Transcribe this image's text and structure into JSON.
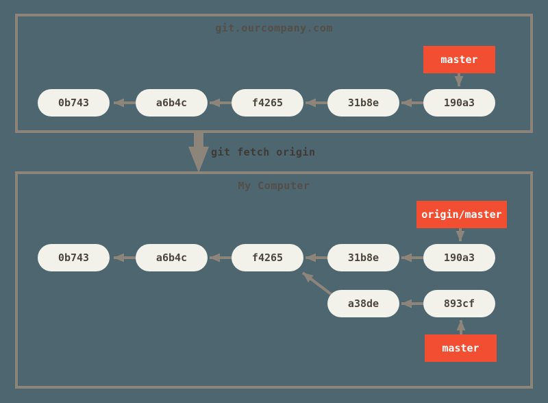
{
  "colors": {
    "background": "#4d6670",
    "box_border": "#8e857a",
    "arrow": "#8e857a",
    "commit_fill": "#f2f1ea",
    "commit_text": "#4d453c",
    "branch_fill": "#f14e32",
    "branch_text": "#ffffff",
    "title_text": "#544e47",
    "command_text": "#3f3a34"
  },
  "fetch_command": "git fetch origin",
  "server": {
    "title": "git.ourcompany.com",
    "branch": "master",
    "commits": [
      "0b743",
      "a6b4c",
      "f4265",
      "31b8e",
      "190a3"
    ]
  },
  "local": {
    "title": "My Computer",
    "remote_branch": "origin/master",
    "branch": "master",
    "commits_main": [
      "0b743",
      "a6b4c",
      "f4265",
      "31b8e",
      "190a3"
    ],
    "commits_feature": [
      "a38de",
      "893cf"
    ]
  }
}
